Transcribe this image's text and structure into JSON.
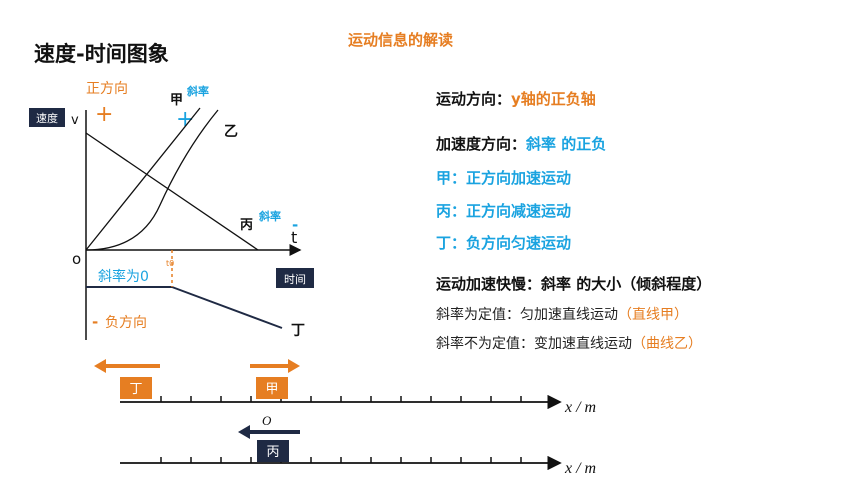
{
  "colors": {
    "orange": "#e67e22",
    "blue": "#1aa3e0",
    "navy": "#1f2a44",
    "dark": "#111111"
  },
  "slide_title": "速度-时间图象",
  "header_title": "运动信息的解读",
  "graph": {
    "speed_label": "速度",
    "v_axis": "v",
    "t_axis": "t",
    "origin": "o",
    "time_label": "时间",
    "positive_dir": "正方向",
    "negative_dir": "负方向",
    "plus": "+",
    "minus": "–",
    "dash": "-",
    "jia": "甲",
    "yi": "乙",
    "bing": "丙",
    "ding": "丁",
    "slope": "斜率",
    "slope_zero": "斜率为0",
    "t0": "t0"
  },
  "right": {
    "dir_prefix": "运动方向：",
    "dir_value": "y轴的正负轴",
    "acc_prefix": "加速度方向：",
    "acc_value": "斜率 的正负",
    "jia_line": "甲：正方向加速运动",
    "bing_line": "丙：正方向减速运动",
    "ding_line": "丁：负方向匀速运动",
    "speed_prefix": "运动加速快慢：",
    "speed_value": "斜率 的大小（倾斜程度）",
    "const_slope": "斜率为定值：匀加速直线运动",
    "const_slope_note": "（直线甲）",
    "var_slope": "斜率不为定值：变加速直线运动",
    "var_slope_note": "（曲线乙）"
  },
  "number_lines": {
    "axis_label": "x / m",
    "ding_box": "丁",
    "jia_box": "甲",
    "bing_box": "丙",
    "origin": "O"
  }
}
